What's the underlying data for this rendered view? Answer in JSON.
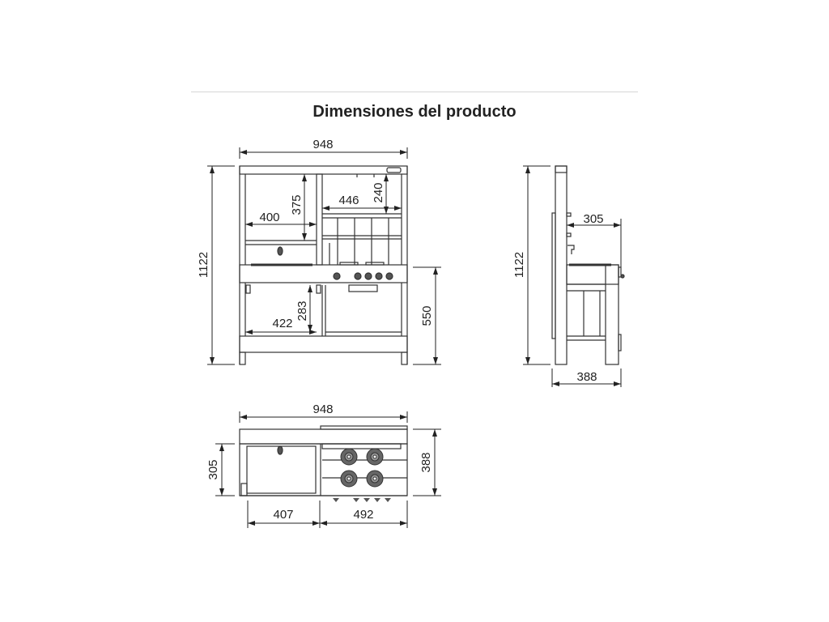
{
  "header": {
    "title": "Dimensiones del producto"
  },
  "front_view": {
    "width_total": "948",
    "height_total": "1122",
    "upper_left_width": "400",
    "upper_left_height": "375",
    "upper_right_width": "446",
    "upper_right_height": "240",
    "lower_left_width": "422",
    "lower_left_height": "283",
    "counter_height": "550"
  },
  "side_view": {
    "height_total": "1122",
    "counter_depth": "305",
    "depth_total": "388"
  },
  "top_view": {
    "width_total": "948",
    "sink_depth": "305",
    "depth_total": "388",
    "sink_width": "407",
    "stove_width": "492"
  },
  "colors": {
    "line": "#333333",
    "background": "#ffffff",
    "title": "#222222",
    "burner": "#555555"
  }
}
